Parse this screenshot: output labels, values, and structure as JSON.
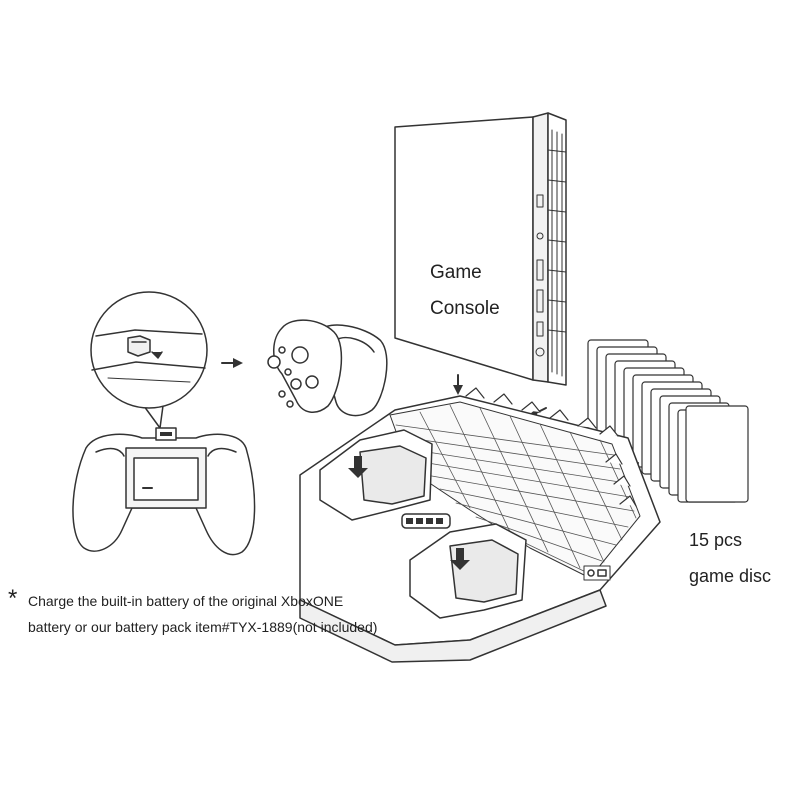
{
  "labels": {
    "console_line1": "Game",
    "console_line2": "Console",
    "disc_count": "15 pcs",
    "disc_name": "game disc"
  },
  "note": {
    "symbol": "*",
    "line1": "Charge the built-in battery of the original XboxONE",
    "line2": "battery or our battery pack item#TYX-1889(not included)"
  },
  "colors": {
    "stroke": "#333333",
    "fill": "#ffffff",
    "shade": "#e6e6e6"
  },
  "icons": [
    "arrow-icon",
    "controller-icon",
    "battery-door-icon"
  ],
  "disc_count_value": 15
}
